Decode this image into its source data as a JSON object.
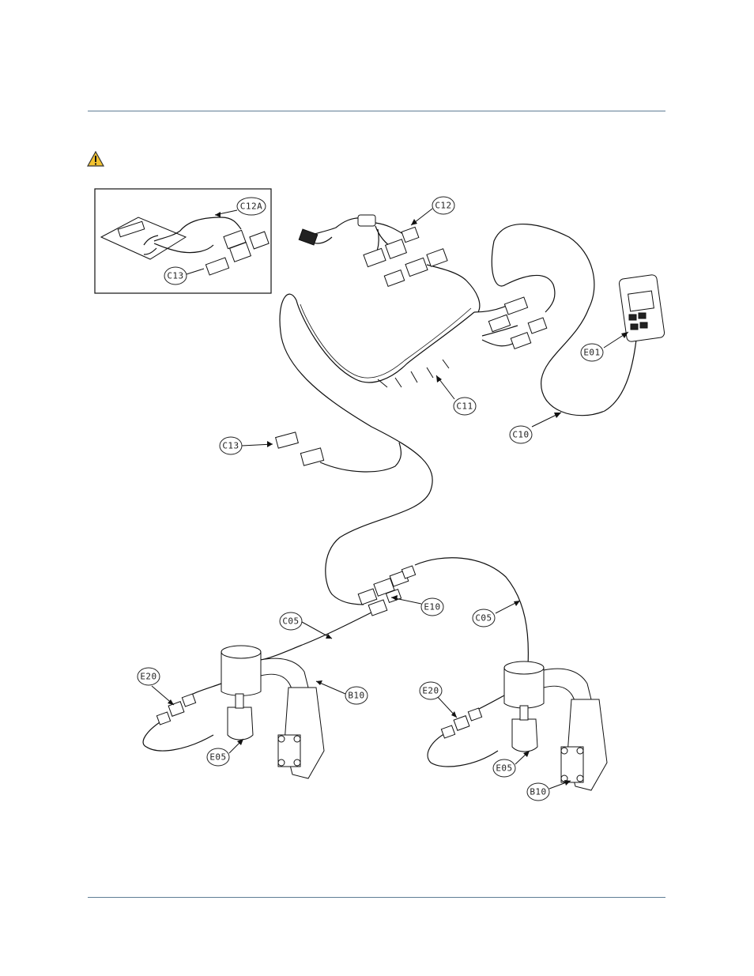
{
  "page": {
    "rule_color": "#5f7d95",
    "warning_icon": "warning-triangle-icon",
    "warning_color": "#f2c230"
  },
  "callouts": {
    "inset_c12a": "C12A",
    "inset_c13": "C13",
    "c12": "C12",
    "c11": "C11",
    "c10": "C10",
    "e01": "E01",
    "c13": "C13",
    "e10": "E10",
    "c05_left": "C05",
    "c05_right": "C05",
    "e20_left": "E20",
    "b10_left": "B10",
    "e05_left": "E05",
    "e20_right": "E20",
    "e05_right": "E05",
    "b10_right": "B10"
  }
}
